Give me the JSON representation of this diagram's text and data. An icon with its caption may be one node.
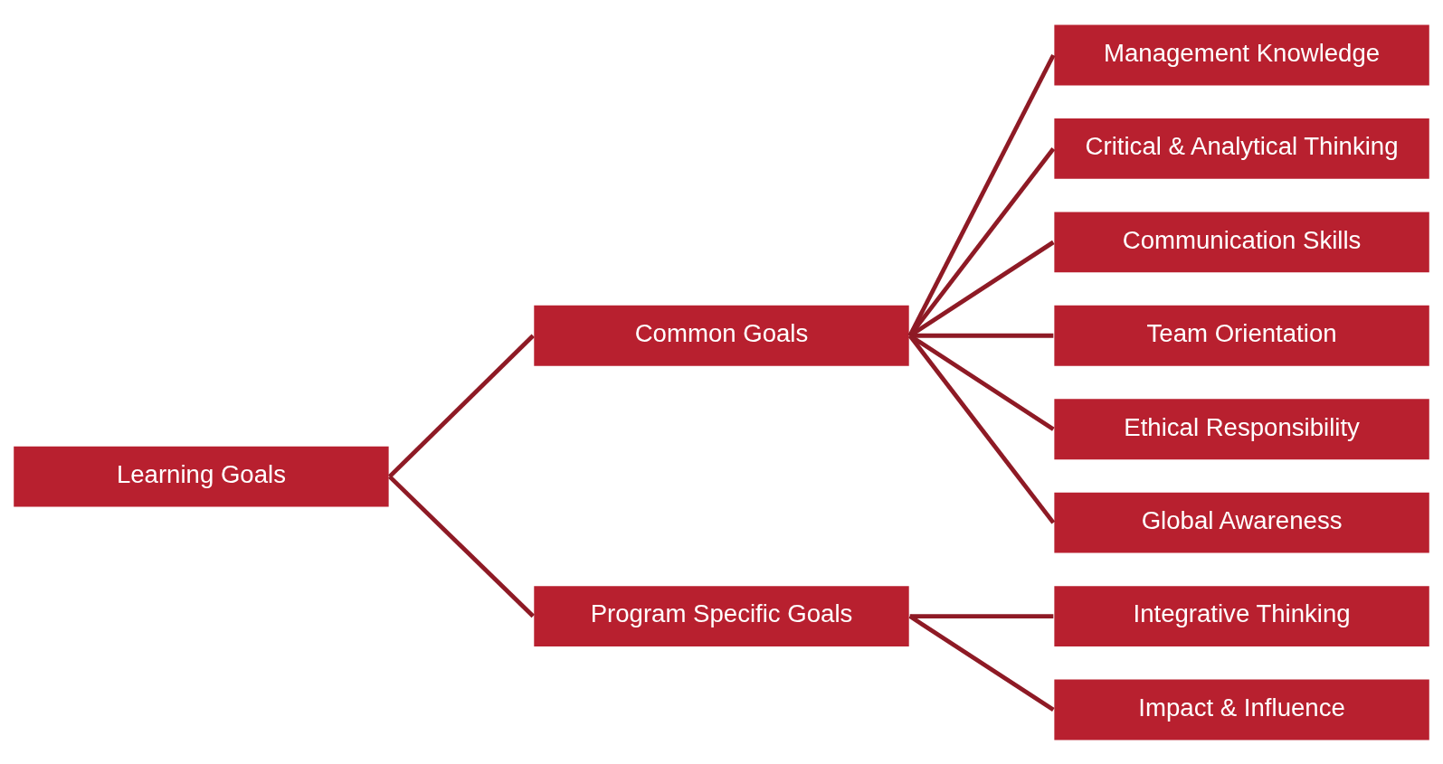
{
  "diagram": {
    "nodes": [
      {
        "text": [
          "Learning Goals"
        ]
      },
      {
        "text": [
          "Common Goals"
        ]
      },
      {
        "text": [
          "Program Specific Goals"
        ]
      },
      {
        "text": [
          "Management Knowledge"
        ]
      },
      {
        "text": [
          "Critical & Analytical Thinking"
        ]
      },
      {
        "text": [
          "Communication Skills"
        ]
      },
      {
        "text": [
          "Team Orientation"
        ]
      },
      {
        "text": [
          "Ethical Responsibility"
        ]
      },
      {
        "text": [
          "Global Awareness"
        ]
      },
      {
        "text": [
          "Integrative Thinking"
        ]
      },
      {
        "text": [
          "Impact & Influence"
        ]
      }
    ],
    "edges": [
      {
        "from": 0,
        "to": 1,
        "arrow": "none"
      },
      {
        "from": 0,
        "to": 2,
        "arrow": "none"
      },
      {
        "from": 1,
        "to": 3,
        "arrow": "none"
      },
      {
        "from": 1,
        "to": 4,
        "arrow": "none"
      },
      {
        "from": 1,
        "to": 5,
        "arrow": "none"
      },
      {
        "from": 1,
        "to": 6,
        "arrow": "none"
      },
      {
        "from": 1,
        "to": 7,
        "arrow": "none"
      },
      {
        "from": 1,
        "to": 8,
        "arrow": "none"
      },
      {
        "from": 2,
        "to": 9,
        "arrow": "none"
      },
      {
        "from": 2,
        "to": 10,
        "arrow": "none"
      }
    ]
  }
}
